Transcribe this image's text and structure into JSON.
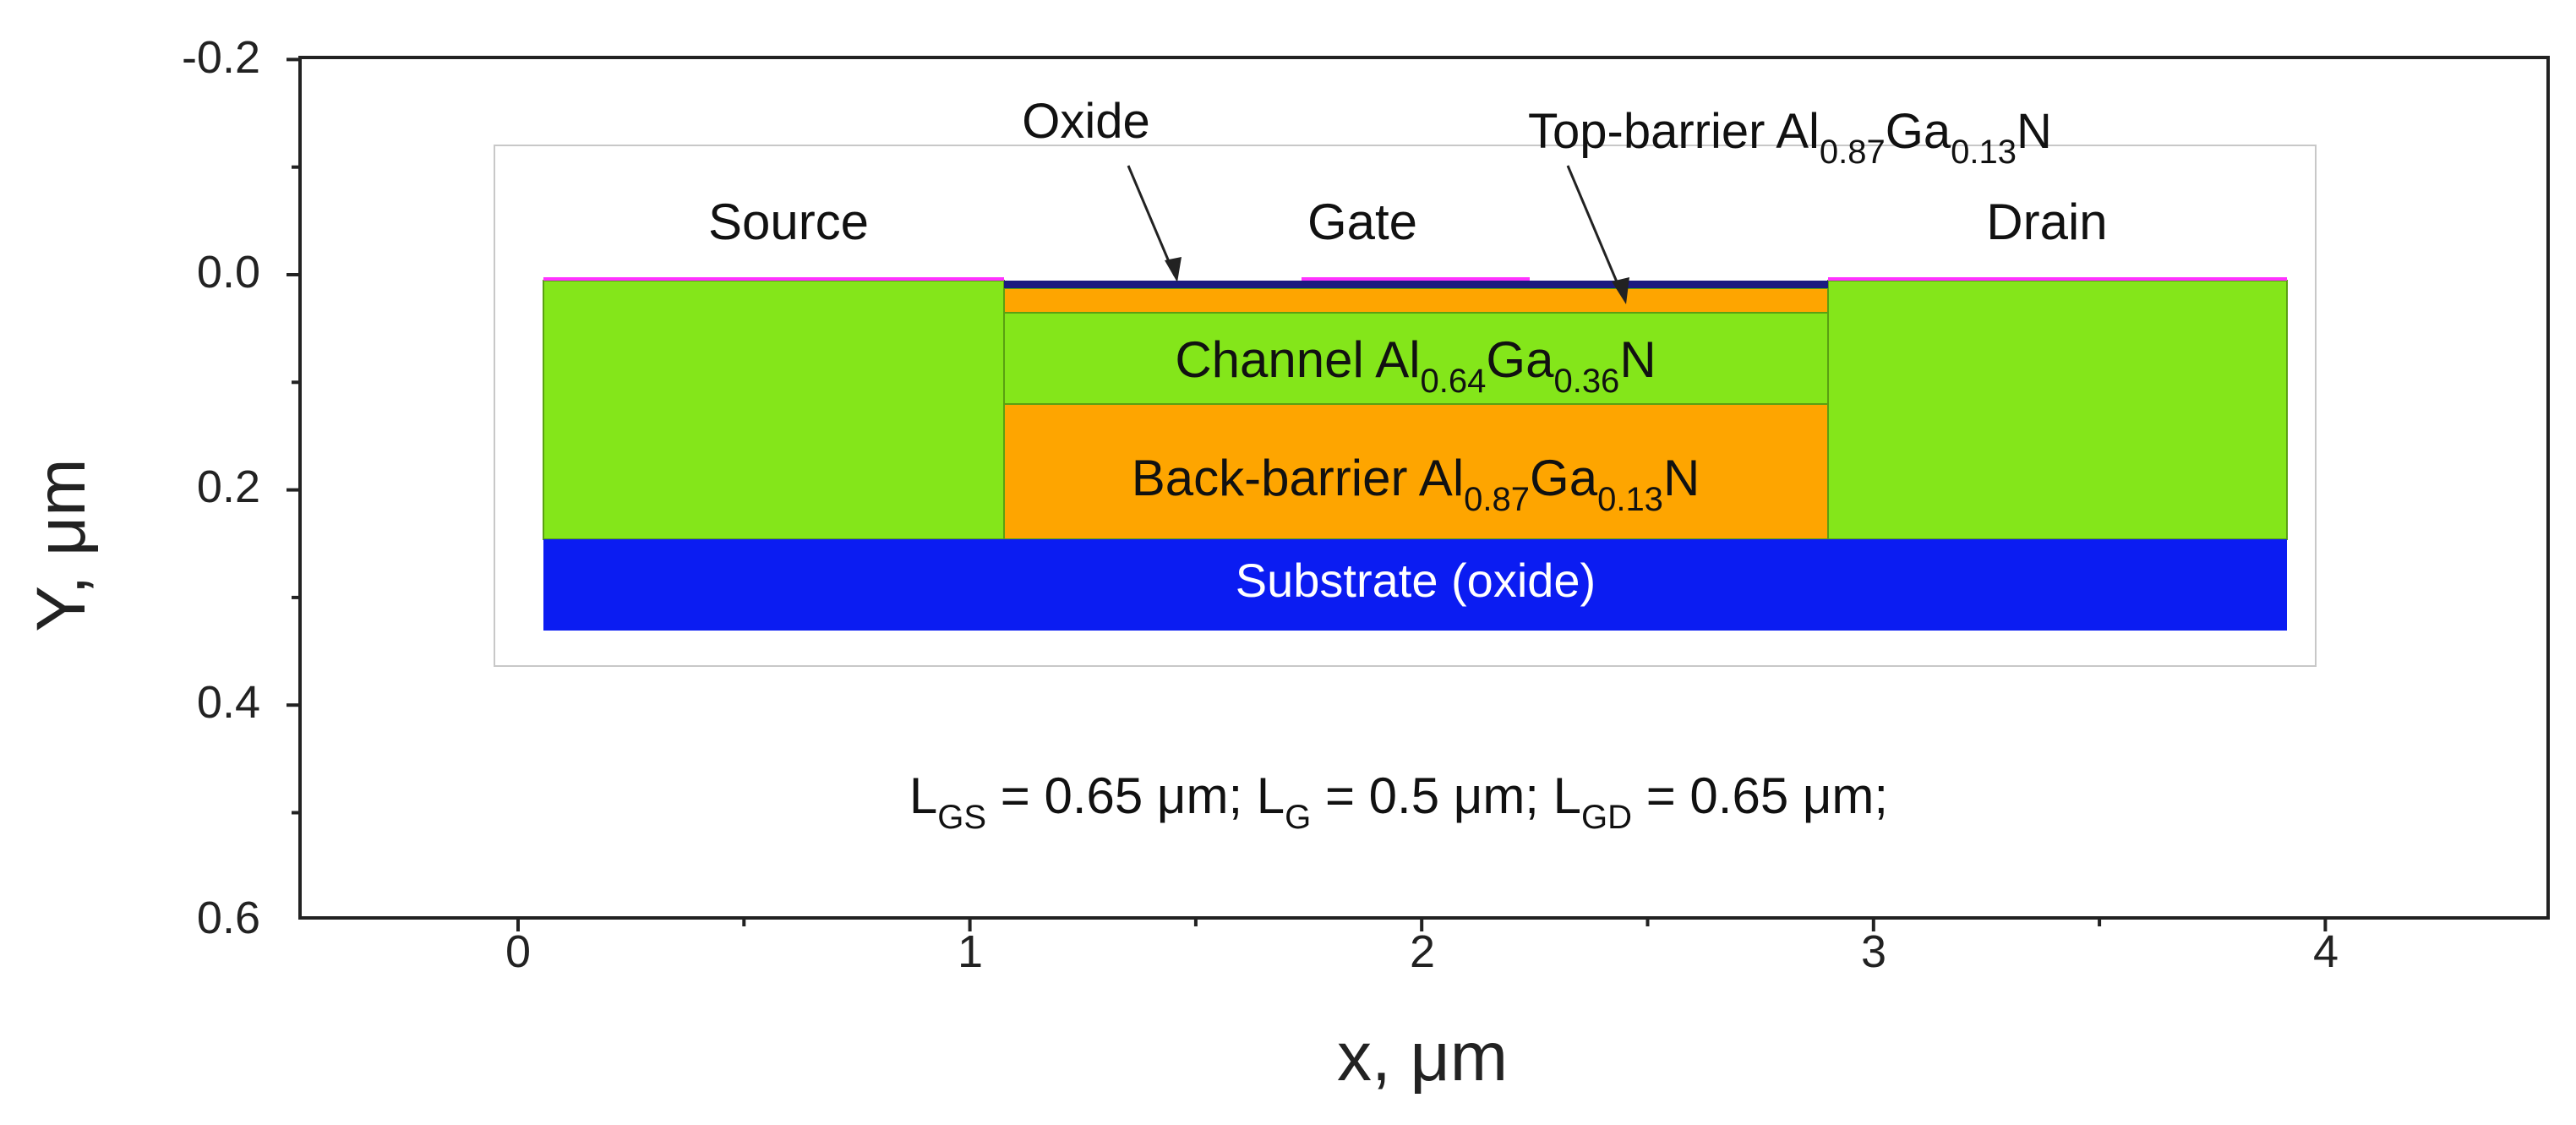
{
  "axes": {
    "x_title": "x, μm",
    "y_title": "Y, μm",
    "x_ticks": [
      "0",
      "1",
      "2",
      "3",
      "4"
    ],
    "y_ticks": [
      "-0.2",
      "0.0",
      "0.2",
      "0.4",
      "0.6"
    ]
  },
  "structure": {
    "source": "Source",
    "gate": "Gate",
    "drain": "Drain",
    "oxide": "Oxide",
    "top_barrier": {
      "prefix": "Top-barrier Al",
      "sub1": "0.87",
      "mid": "Ga",
      "sub2": "0.13",
      "suffix": "N"
    },
    "channel": {
      "prefix": "Channel Al",
      "sub1": "0.64",
      "mid": "Ga",
      "sub2": "0.36",
      "suffix": "N"
    },
    "back_barrier": {
      "prefix": "Back-barrier Al",
      "sub1": "0.87",
      "mid": "Ga",
      "sub2": "0.13",
      "suffix": "N"
    },
    "substrate": "Substrate (oxide)"
  },
  "params": {
    "lgs_L": "L",
    "lgs_sub": "GS",
    "lgs_val": " = 0.65 μm; ",
    "lg_L": "L",
    "lg_sub": "G",
    "lg_val": " = 0.5 μm;  ",
    "lgd_L": "L",
    "lgd_sub": "GD",
    "lgd_val": " = 0.65 μm;"
  },
  "colors": {
    "green": "#84e61a",
    "orange": "#fea500",
    "blue": "#0b1cf2",
    "magenta": "#ff33ff",
    "dark_blue": "#1a1a80"
  }
}
